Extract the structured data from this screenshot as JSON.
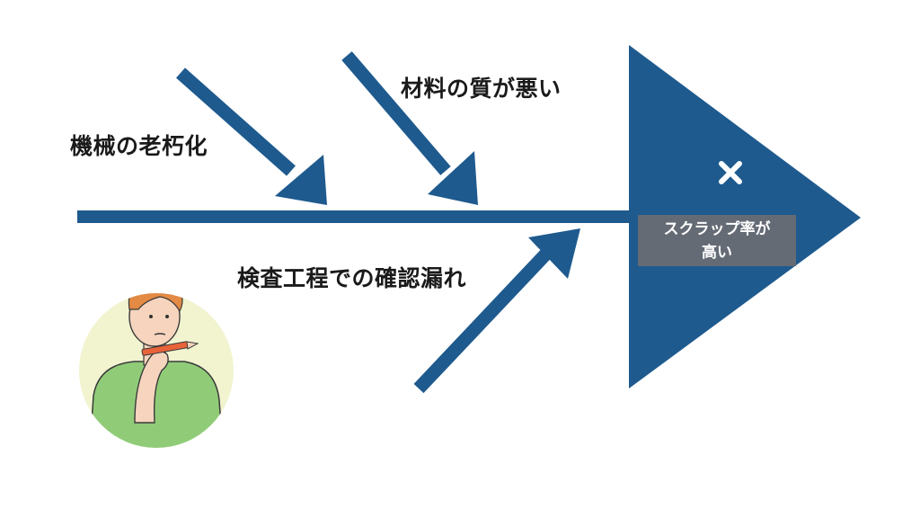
{
  "diagram": {
    "type": "fishbone",
    "colors": {
      "primary": "#1e5a8e",
      "effect_box": "#646b75",
      "text": "#1a1a1a",
      "person_circle": "#f1f4cf",
      "shirt": "#90cc78"
    },
    "effect": {
      "line1": "スクラップ率が",
      "line2": "高い"
    },
    "head_icon": "close-x-icon",
    "causes": [
      {
        "id": "machine",
        "label": "機械の老朽化"
      },
      {
        "id": "material",
        "label": "材料の質が悪い"
      },
      {
        "id": "inspection",
        "label": "検査工程での確認漏れ"
      }
    ],
    "illustration": "thinking-person-with-pencil"
  }
}
